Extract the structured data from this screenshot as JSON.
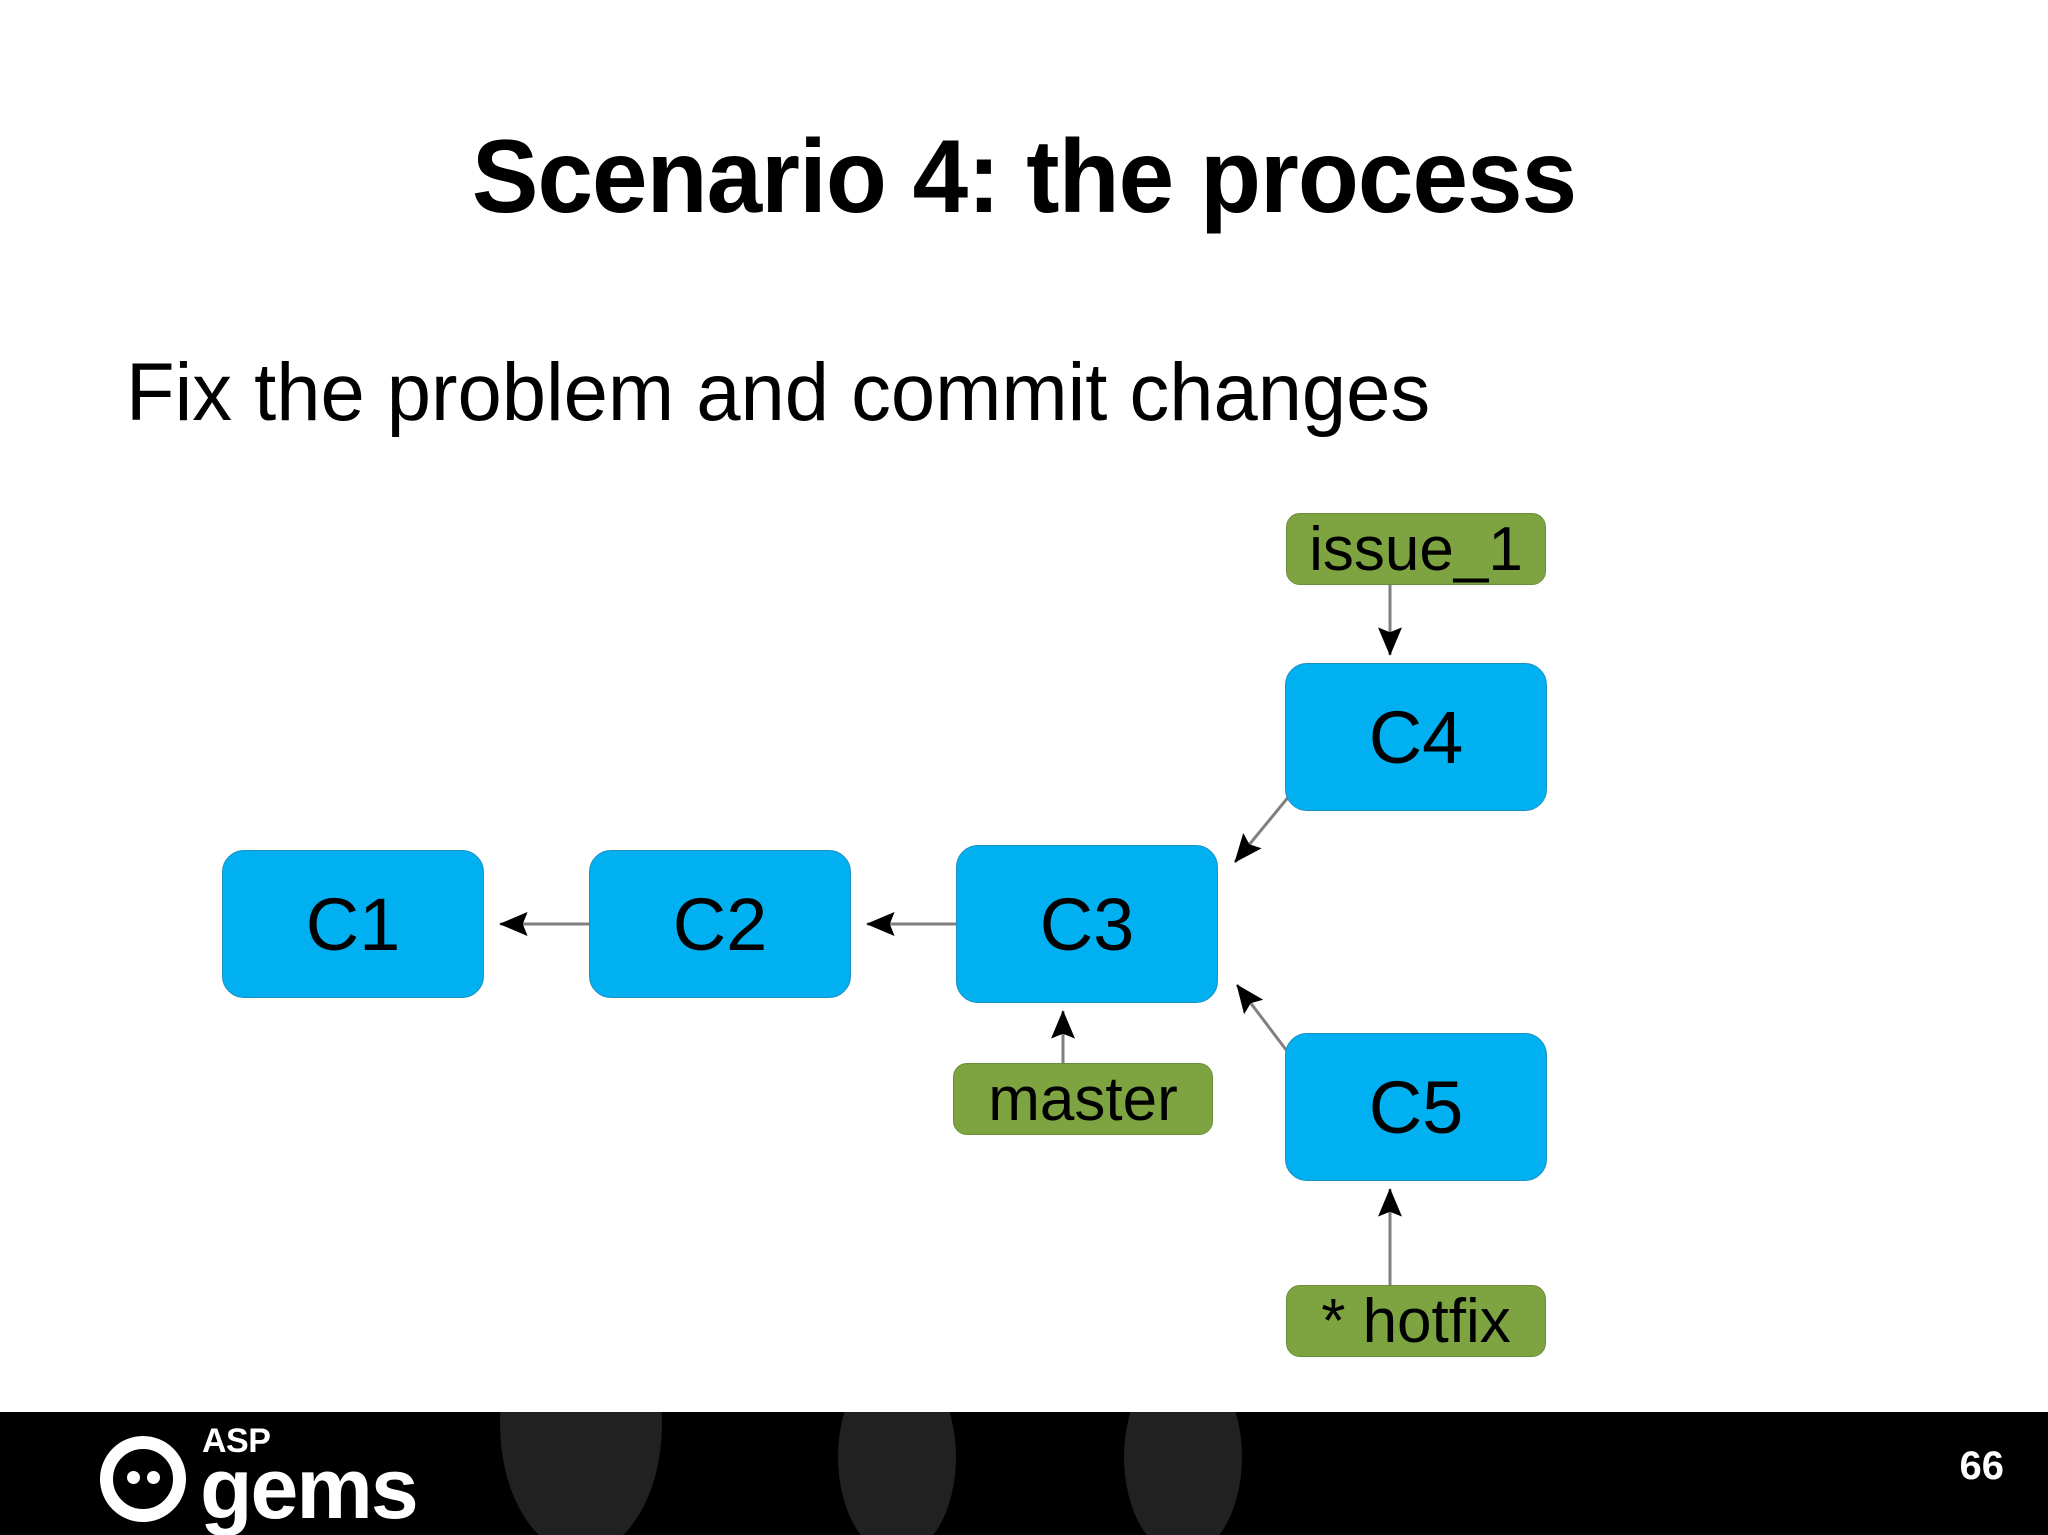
{
  "slide": {
    "title": "Scenario 4: the process",
    "subtitle": "Fix the problem and commit changes",
    "page_number": "66"
  },
  "colors": {
    "commit_fill": "#00b0f0",
    "commit_stroke": "#1a8fc0",
    "branch_fill": "#7ea442",
    "branch_stroke": "#6b8d38",
    "arrow_line": "#808080",
    "arrow_head": "#000000",
    "footer_background": "#000000",
    "footer_blob": "#212121",
    "text": "#000000",
    "footer_text": "#ffffff"
  },
  "diagram": {
    "type": "git-commit-graph",
    "commits": [
      {
        "id": "c1",
        "label": "C1"
      },
      {
        "id": "c2",
        "label": "C2"
      },
      {
        "id": "c3",
        "label": "C3"
      },
      {
        "id": "c4",
        "label": "C4"
      },
      {
        "id": "c5",
        "label": "C5"
      }
    ],
    "branches": [
      {
        "id": "issue_1",
        "label": "issue_1",
        "points_to": "c4",
        "current": false
      },
      {
        "id": "master",
        "label": "master",
        "points_to": "c3",
        "current": false
      },
      {
        "id": "hotfix",
        "label": "* hotfix",
        "points_to": "c5",
        "current": true
      }
    ],
    "edges": [
      {
        "from": "c2",
        "to": "c1"
      },
      {
        "from": "c3",
        "to": "c2"
      },
      {
        "from": "c4",
        "to": "c3"
      },
      {
        "from": "c5",
        "to": "c3"
      },
      {
        "from": "issue_1",
        "to": "c4"
      },
      {
        "from": "master",
        "to": "c3"
      },
      {
        "from": "hotfix",
        "to": "c5"
      }
    ]
  },
  "footer": {
    "logo_top": "ASP",
    "logo_main": "gems",
    "logo_mark": "smiley-circle-icon"
  }
}
